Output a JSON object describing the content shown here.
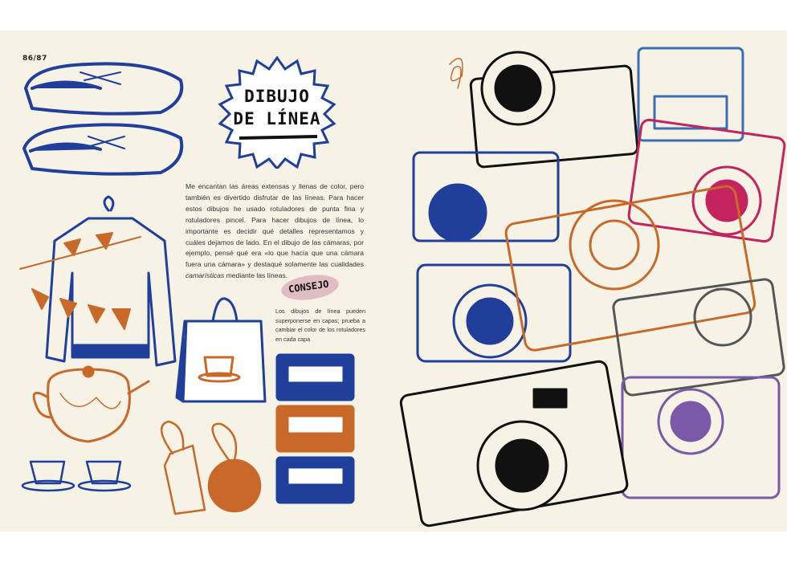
{
  "page_number": "86/87",
  "title": {
    "line1": "DIBUJO",
    "line2": "DE LÍNEA"
  },
  "body": {
    "text_before": "Me encantan las áreas extensas y llenas de color, pero también es divertido disfrutar de las líneas. Para hacer estos dibujos he usado rotuladores de punta fina y rotuladores pincel. Para hacer dibujos de línea, lo importante es decidir qué detalles representamos y cuáles dejamos de lado. En el dibujo de las cámaras, por ejemplo, pensé qué era «lo que hacía que una cámara fuera una cámara» y destaqué solamente las cualidades ",
    "emphasis": "camarísticas",
    "text_after": " mediante las líneas."
  },
  "tip": {
    "label": "CONSEJO",
    "text": "Los dibujos de línea pueden superponerse en capas; prueba a cambiar el color de los rotuladores en cada capa"
  },
  "colors": {
    "blue": "#1f3f9a",
    "orange": "#c8692a",
    "pink": "#c4235e",
    "purple": "#7a5aa8",
    "black": "#111111",
    "badge": "#e0bcc4"
  }
}
